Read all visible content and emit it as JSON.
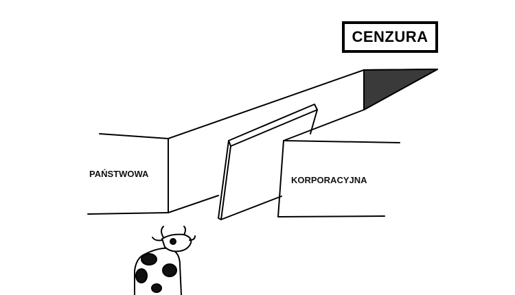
{
  "sign": {
    "text": "CENZURA"
  },
  "walls": {
    "left_label": "PAŃSTWOWA",
    "right_label": "KORPORACYJNA"
  },
  "colors": {
    "ink": "#000000",
    "background": "#ffffff",
    "cow_spots": "#111111"
  }
}
